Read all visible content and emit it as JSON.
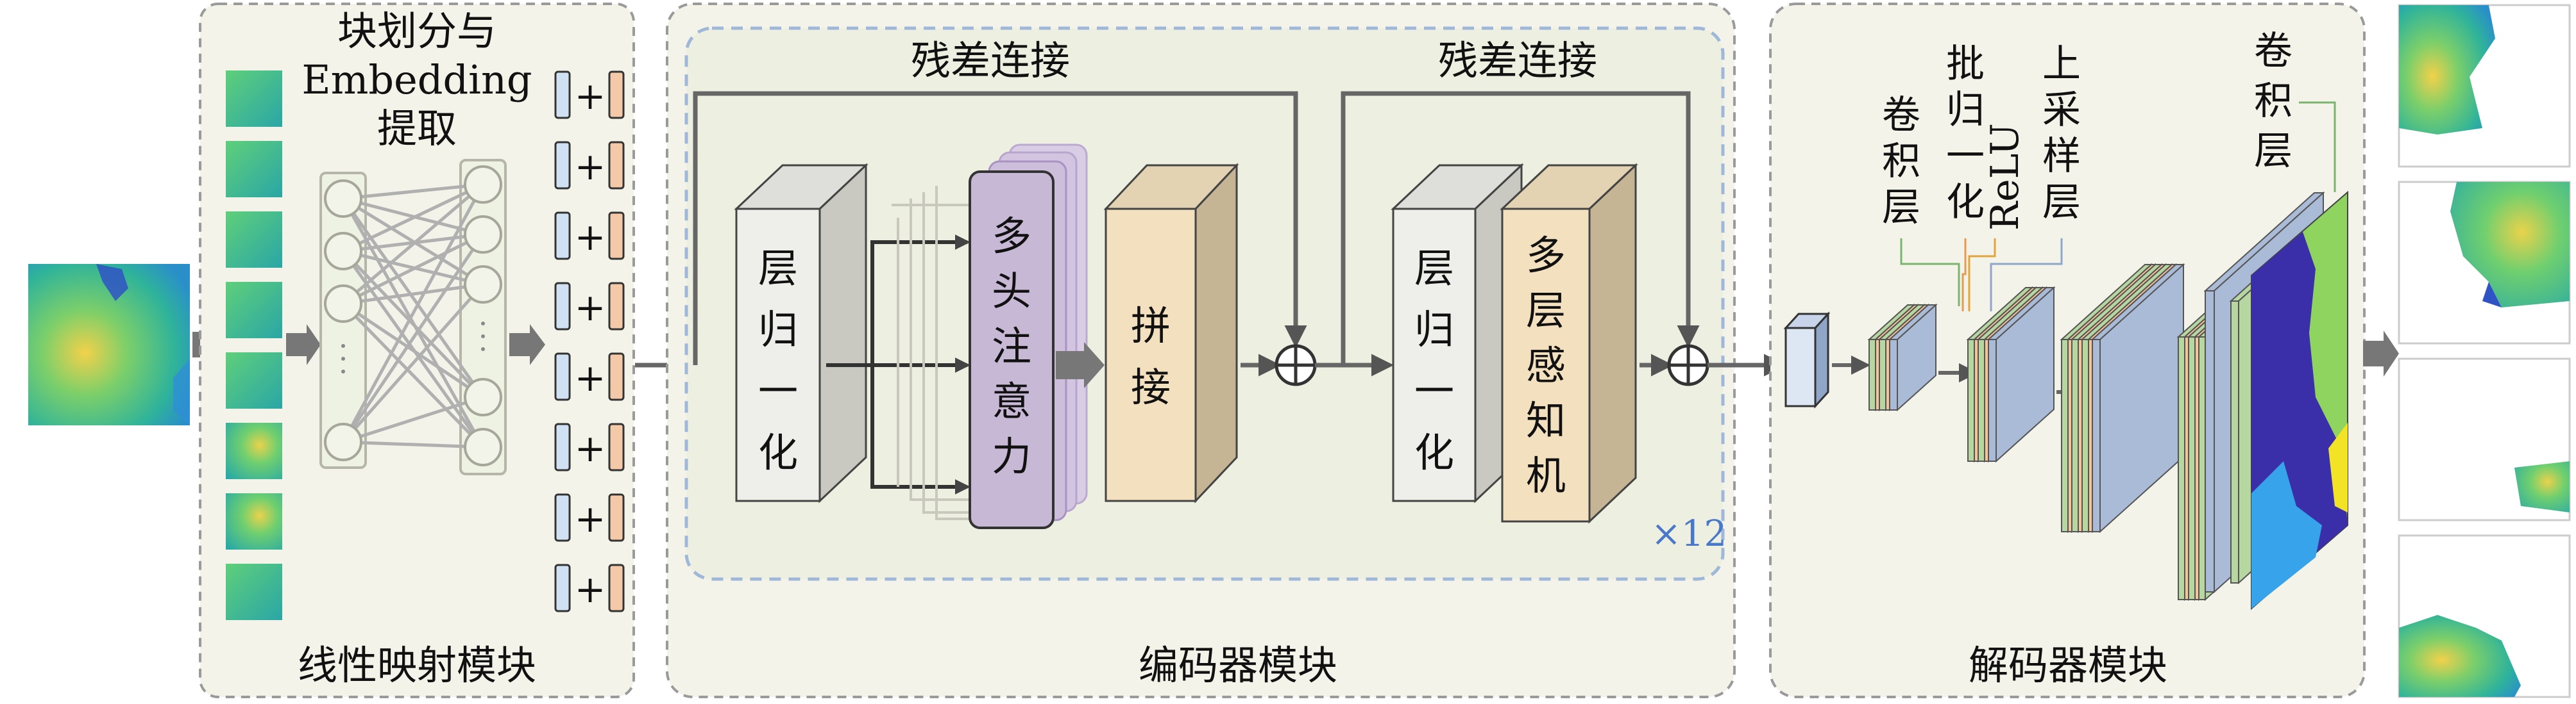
{
  "modules": {
    "linear_mapping": {
      "title_line1": "块划分与",
      "title_line2": "Embedding",
      "title_line3": "提取",
      "name": "线性映射模块",
      "plus": [
        "+",
        "+",
        "+",
        "+",
        "+",
        "+",
        "+",
        "+"
      ]
    },
    "encoder": {
      "name": "编码器模块",
      "residual_1": "残差连接",
      "residual_2": "残差连接",
      "layernorm_1": [
        "层",
        "归",
        "一",
        "化"
      ],
      "mhsa": [
        "多",
        "头",
        "注",
        "意",
        "力"
      ],
      "concat": [
        "拼",
        "接"
      ],
      "layernorm_2": [
        "层",
        "归",
        "一",
        "化"
      ],
      "mlp": [
        "多",
        "层",
        "感",
        "知",
        "机"
      ],
      "repeat": "×12",
      "plus_symbol": "⊕"
    },
    "decoder": {
      "name": "解码器模块",
      "conv_label": [
        "卷",
        "积",
        "层"
      ],
      "bn_label": [
        "批",
        "归",
        "一",
        "化"
      ],
      "relu_label": "ReLU",
      "upsample_label": [
        "上",
        "采",
        "样",
        "层"
      ],
      "final_conv_label": [
        "卷",
        "积",
        "层"
      ]
    }
  },
  "colors": {
    "panel_fill": "#f3f3ea",
    "inner_fill": "#eceedd",
    "dashed_blue": "#9fb7d8",
    "norm_front": "#eeeeea",
    "norm_side": "#c9c9c1",
    "attn_front": "#c7b8d6",
    "attn_side": "#a895ba",
    "concat_front": "#f2e0bf",
    "concat_side": "#c5b594",
    "mlp_front": "#f2e0bf",
    "mlp_side": "#c5b594",
    "arrow": "#6b6b6b",
    "repeat_text": "#4a78c9",
    "conv_green": "#b6d7a0",
    "bn_orange": "#f7c49a",
    "up_blue": "#aabbd8"
  }
}
